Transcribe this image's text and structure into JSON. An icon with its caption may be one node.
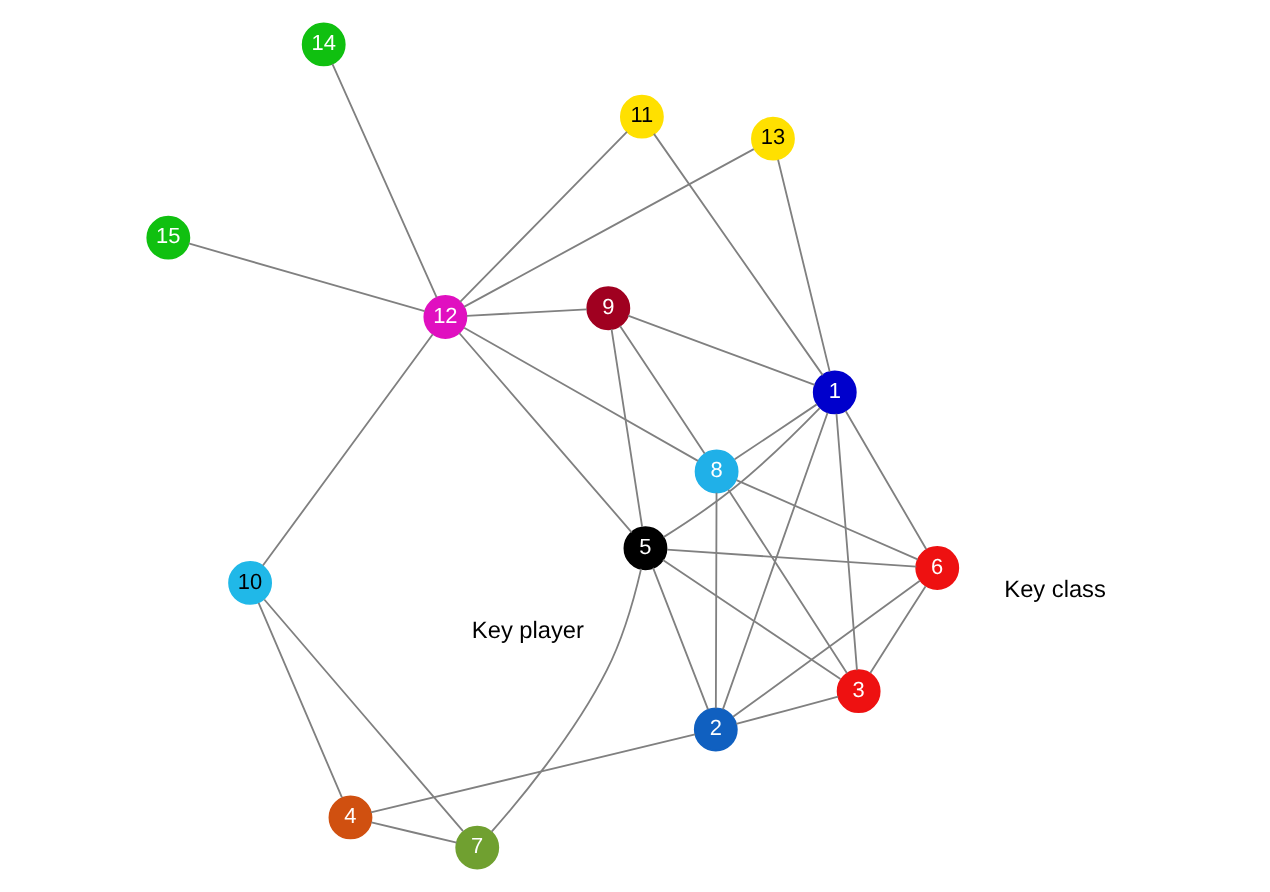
{
  "diagram": {
    "nodes": [
      {
        "text": [
          "1"
        ]
      },
      {
        "text": [
          "2"
        ]
      },
      {
        "text": [
          "3"
        ]
      },
      {
        "text": [
          "4"
        ]
      },
      {
        "text": [
          "5"
        ]
      },
      {
        "text": [
          "6"
        ]
      },
      {
        "text": [
          "7"
        ]
      },
      {
        "text": [
          "8"
        ]
      },
      {
        "text": [
          "9"
        ]
      },
      {
        "text": [
          "10"
        ]
      },
      {
        "text": [
          "11"
        ]
      },
      {
        "text": [
          "12"
        ]
      },
      {
        "text": [
          "13"
        ]
      },
      {
        "text": [
          "14"
        ]
      },
      {
        "text": [
          "15"
        ]
      }
    ],
    "edges": [
      {
        "from": 5,
        "to": 2,
        "arrow": "none"
      },
      {
        "from": 5,
        "to": 1,
        "arrow": "none"
      },
      {
        "from": 5,
        "to": 0,
        "arrow": "none"
      },
      {
        "from": 5,
        "to": 4,
        "arrow": "none"
      },
      {
        "from": 5,
        "to": 7,
        "arrow": "none"
      },
      {
        "from": 2,
        "to": 1,
        "arrow": "none"
      },
      {
        "from": 2,
        "to": 4,
        "arrow": "none"
      },
      {
        "from": 2,
        "to": 7,
        "arrow": "none"
      },
      {
        "from": 2,
        "to": 0,
        "arrow": "none"
      },
      {
        "from": 1,
        "to": 0,
        "arrow": "none"
      },
      {
        "from": 1,
        "to": 7,
        "arrow": "none"
      },
      {
        "from": 1,
        "to": 4,
        "arrow": "none"
      },
      {
        "from": 1,
        "to": 3,
        "arrow": "none"
      },
      {
        "from": 0,
        "to": 7,
        "arrow": "none"
      },
      {
        "from": 0,
        "to": 4,
        "arrow": "none"
      },
      {
        "from": 0,
        "to": 8,
        "arrow": "none"
      },
      {
        "from": 0,
        "to": 10,
        "arrow": "none"
      },
      {
        "from": 0,
        "to": 12,
        "arrow": "none"
      },
      {
        "from": 7,
        "to": 8,
        "arrow": "none"
      },
      {
        "from": 7,
        "to": 11,
        "arrow": "none"
      },
      {
        "from": 4,
        "to": 8,
        "arrow": "none"
      },
      {
        "from": 4,
        "to": 11,
        "arrow": "none"
      },
      {
        "from": 4,
        "to": 6,
        "arrow": "none"
      },
      {
        "from": 3,
        "to": 6,
        "arrow": "none"
      },
      {
        "from": 3,
        "to": 9,
        "arrow": "none"
      },
      {
        "from": 6,
        "to": 9,
        "arrow": "none"
      },
      {
        "from": 9,
        "to": 11,
        "arrow": "none"
      },
      {
        "from": 8,
        "to": 11,
        "arrow": "none"
      },
      {
        "from": 11,
        "to": 10,
        "arrow": "none"
      },
      {
        "from": 11,
        "to": 12,
        "arrow": "none"
      },
      {
        "from": 11,
        "to": 13,
        "arrow": "none"
      },
      {
        "from": 11,
        "to": 14,
        "arrow": "none"
      }
    ],
    "labels": [
      "Key class",
      "Key player"
    ]
  }
}
